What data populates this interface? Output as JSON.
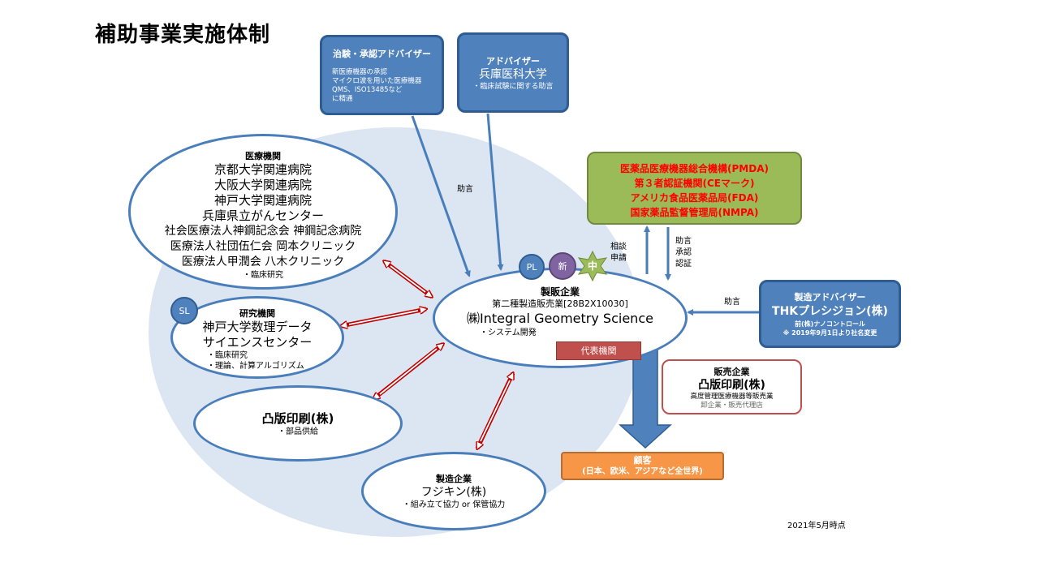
{
  "title": "補助事業実施体制",
  "date_note": "2021年5月時点",
  "advisor_clinical": {
    "heading": "治験・承認アドバイザー",
    "lines": [
      "新医療機器の承認",
      "マイクロ波を用いた医療機器",
      "QMS、ISO13485など",
      "に精通"
    ]
  },
  "advisor_univ": {
    "heading": "アドバイザー",
    "name": "兵庫医科大学",
    "note": "・臨床試験に関する助言"
  },
  "medical": {
    "heading": "医療機関",
    "lines": [
      "京都大学関連病院",
      "大阪大学関連病院",
      "神戸大学関連病院",
      "兵庫県立がんセンター",
      "社会医療法人神鋼記念会 神鋼記念病院",
      "医療法人社団伍仁会 岡本クリニック",
      "医療法人甲潤会 八木クリニック"
    ],
    "note": "・臨床研究"
  },
  "research": {
    "badge": "SL",
    "heading": "研究機関",
    "name1": "神戸大学数理データ",
    "name2": "サイエンスセンター",
    "note1": "・臨床研究",
    "note2": "・理論、計算アルゴリズム"
  },
  "toppan_parts": {
    "name": "凸版印刷(株)",
    "note": "・部品供給"
  },
  "fujikin": {
    "heading": "製造企業",
    "name": "フジキン(株)",
    "note": "・組み立て協力 or 保管協力"
  },
  "center": {
    "heading": "製販企業",
    "license": "第二種製造販売業[28B2X10030]",
    "name": "㈱Integral Geometry Science",
    "note": "・システム開発",
    "rep": "代表機関",
    "badges": [
      "PL",
      "新",
      "中"
    ]
  },
  "regulators": {
    "lines": [
      "医薬品医療機器総合機構(PMDA)",
      "第３者認証機関(CEマーク)",
      "アメリカ食品医薬品局(FDA)",
      "国家薬品監督管理局(NMPA)"
    ]
  },
  "mfg_advisor": {
    "heading": "製造アドバイザー",
    "name": "THKプレシジョン(株)",
    "sub1": "前(株)ナノコントロール",
    "sub2": "※ 2019年9月1日より社名変更"
  },
  "sales": {
    "heading": "販売企業",
    "name": "凸版印刷(株)",
    "sub1": "高度管理医療機器等販売業",
    "sub2": "卸企業・販売代理店"
  },
  "customer": {
    "heading": "顧客",
    "sub": "(日本、欧米、アジアなど全世界)"
  },
  "labels": {
    "advice_top": "助言",
    "consult": "相談",
    "apply": "申請",
    "advice_r": "助言",
    "approve": "承認",
    "certify": "認証",
    "advice_mfg": "助言"
  },
  "colors": {
    "blue": "#4f81bd",
    "bg_ellipse": "#dce6f2",
    "green": "#9bbb59",
    "red_text": "#ff0000",
    "arrow_red": "#c00000",
    "orange": "#f79646",
    "rep_box": "#c0504d",
    "purple": "#8064a2"
  }
}
